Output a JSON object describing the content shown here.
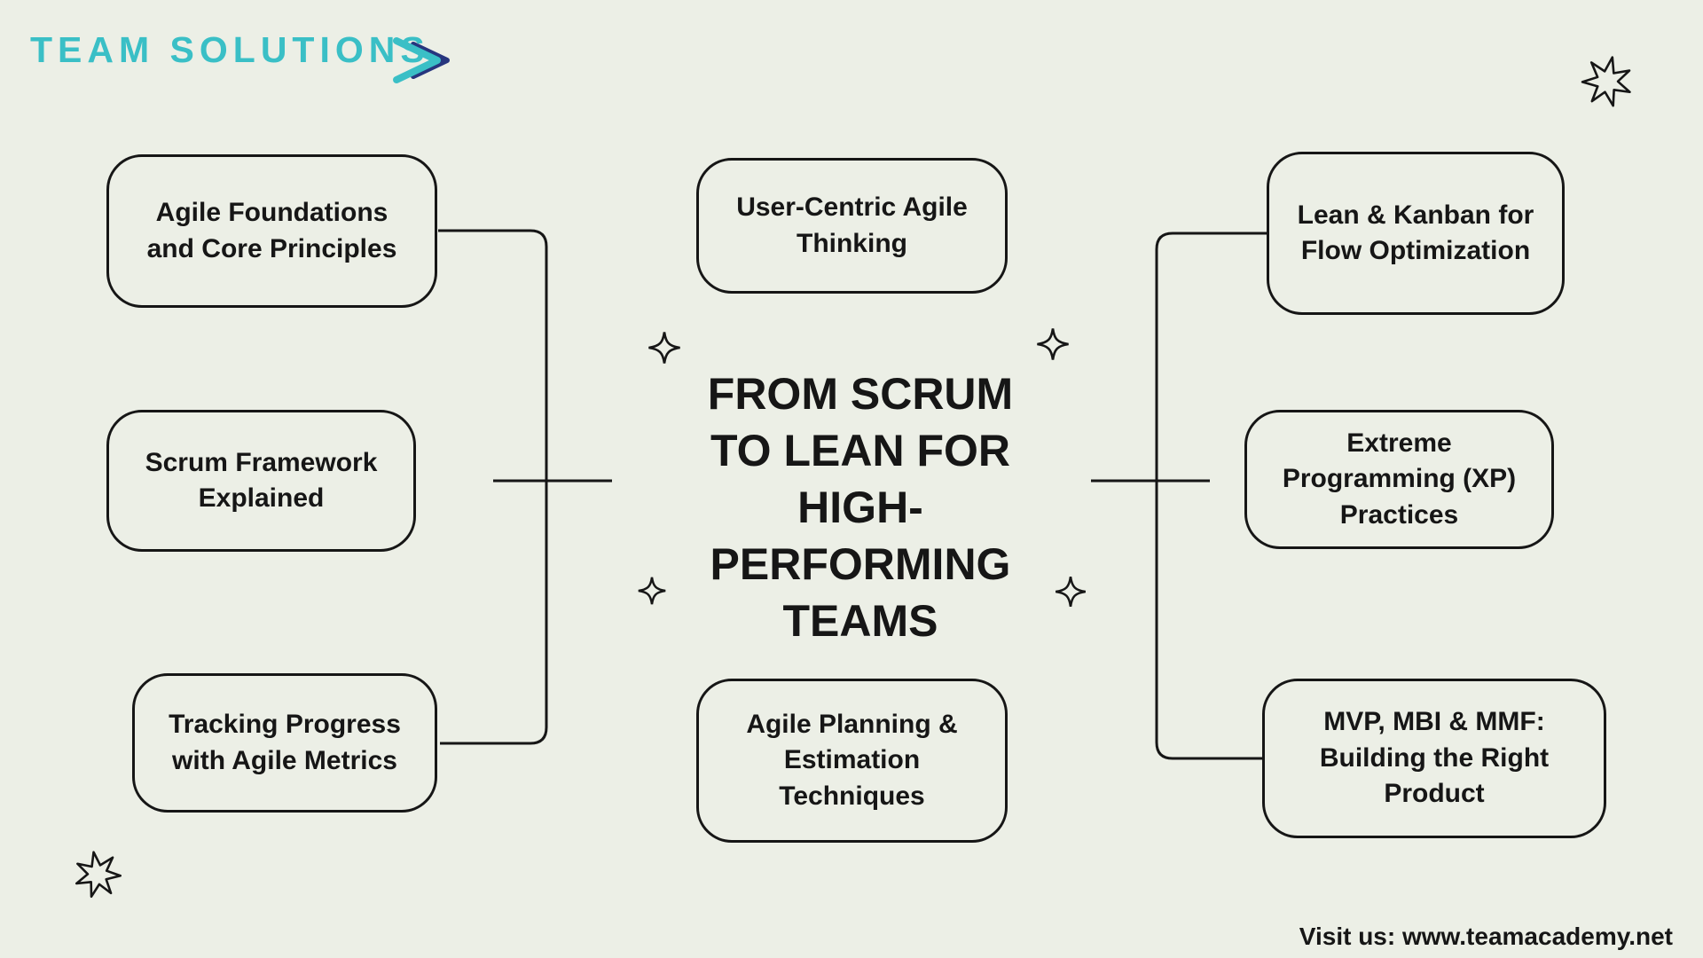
{
  "brand": {
    "name": "TEAM SOLUTIONS"
  },
  "title": "FROM SCRUM TO LEAN FOR HIGH-PERFORMING TEAMS",
  "topics": {
    "left": [
      {
        "label": "Agile Foundations and Core Principles"
      },
      {
        "label": "Scrum Framework Explained"
      },
      {
        "label": "Tracking Progress with Agile Metrics"
      }
    ],
    "center": [
      {
        "label": "User-Centric Agile Thinking"
      },
      {
        "label": "Agile Planning & Estimation Techniques"
      }
    ],
    "right": [
      {
        "label": "Lean & Kanban for Flow Optimization"
      },
      {
        "label": "Extreme Programming (XP) Practices"
      },
      {
        "label": "MVP, MBI & MMF: Building the Right Product"
      }
    ]
  },
  "footer": {
    "text": "Visit us: www.teamacademy.net"
  },
  "icons": {
    "logo_arrow": "chevron-right-double",
    "top_right": "star-doodle",
    "bottom_left": "star-doodle",
    "around_title": "sparkle"
  },
  "colors": {
    "bg": "#ECEFE6",
    "ink": "#161616",
    "teal": "#3ABFC6",
    "navy": "#27357E"
  }
}
